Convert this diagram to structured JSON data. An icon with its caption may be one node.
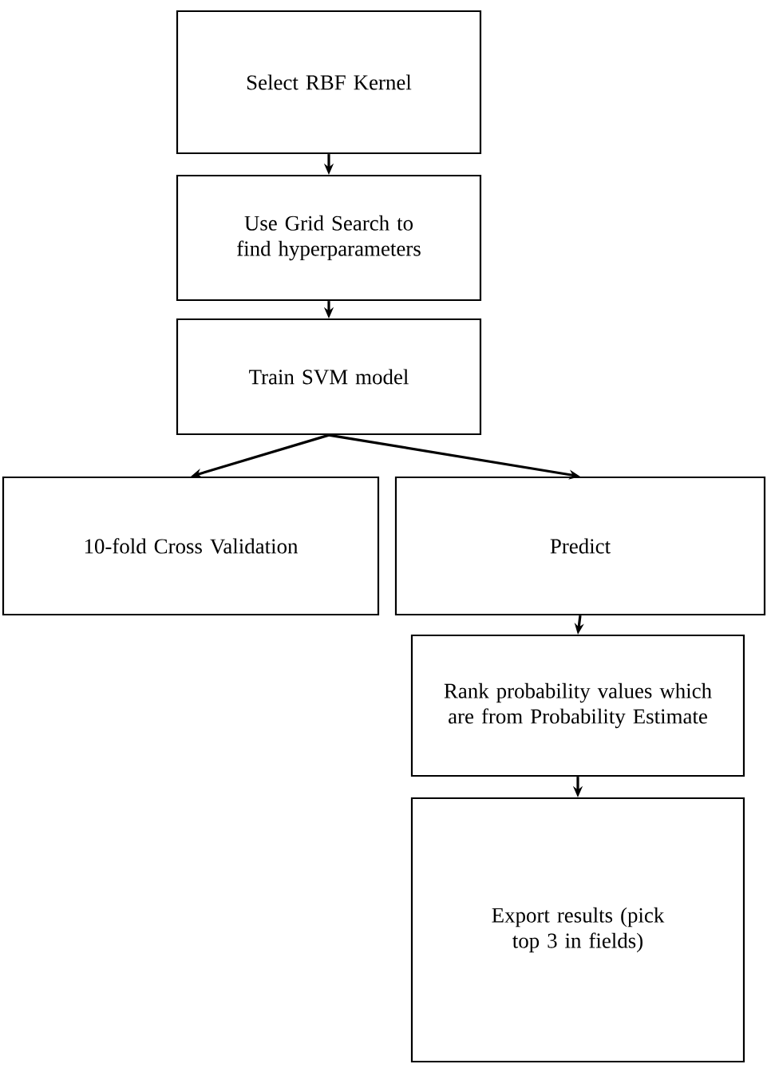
{
  "diagram": {
    "nodes": [
      {
        "text": [
          "Select RBF Kernel"
        ]
      },
      {
        "text": [
          "Use Grid Search to find hyperparameters"
        ]
      },
      {
        "text": [
          "Train SVM model"
        ]
      },
      {
        "text": [
          "10-fold Cross Validation"
        ]
      },
      {
        "text": [
          "Predict"
        ]
      },
      {
        "text": [
          "Rank probability values which are from Probability Estimate"
        ]
      },
      {
        "text": [
          "Export results (pick top 3 in fields)"
        ]
      }
    ],
    "edges": [
      {
        "from": 0,
        "to": 1,
        "arrow": "to"
      },
      {
        "from": 1,
        "to": 2,
        "arrow": "to"
      },
      {
        "from": 2,
        "to": 3,
        "arrow": "to"
      },
      {
        "from": 2,
        "to": 4,
        "arrow": "to"
      },
      {
        "from": 4,
        "to": 5,
        "arrow": "to"
      },
      {
        "from": 5,
        "to": 6,
        "arrow": "to"
      }
    ]
  }
}
